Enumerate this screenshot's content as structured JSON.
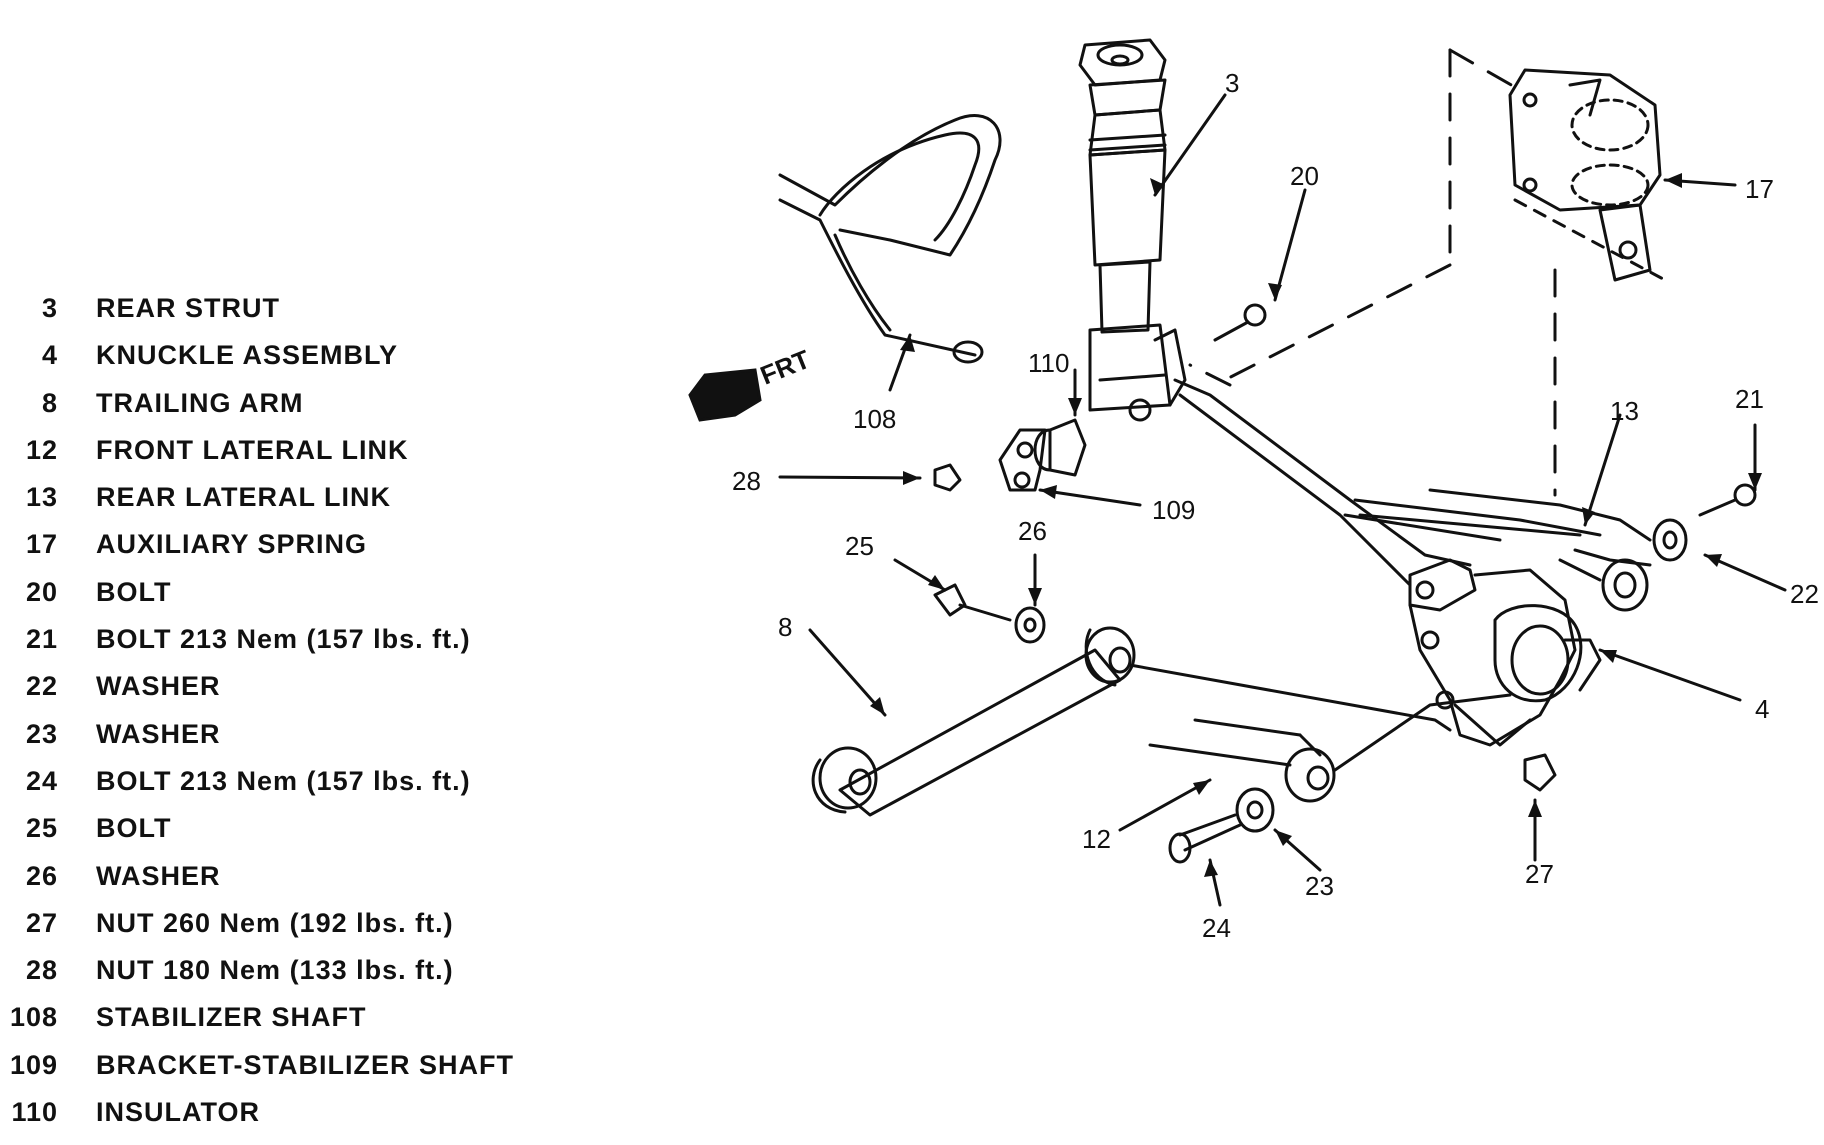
{
  "legend": [
    {
      "num": "3",
      "label": "REAR STRUT"
    },
    {
      "num": "4",
      "label": "KNUCKLE ASSEMBLY"
    },
    {
      "num": "8",
      "label": "TRAILING ARM"
    },
    {
      "num": "12",
      "label": "FRONT LATERAL LINK"
    },
    {
      "num": "13",
      "label": "REAR LATERAL LINK"
    },
    {
      "num": "17",
      "label": "AUXILIARY SPRING"
    },
    {
      "num": "20",
      "label": "BOLT"
    },
    {
      "num": "21",
      "label": "BOLT    213 Nem (157 lbs. ft.)"
    },
    {
      "num": "22",
      "label": "WASHER"
    },
    {
      "num": "23",
      "label": "WASHER"
    },
    {
      "num": "24",
      "label": "BOLT    213 Nem (157 lbs. ft.)"
    },
    {
      "num": "25",
      "label": "BOLT"
    },
    {
      "num": "26",
      "label": "WASHER"
    },
    {
      "num": "27",
      "label": "NUT    260 Nem (192 lbs. ft.)"
    },
    {
      "num": "28",
      "label": "NUT    180 Nem (133 lbs. ft.)"
    },
    {
      "num": "108",
      "label": "STABILIZER SHAFT"
    },
    {
      "num": "109",
      "label": "BRACKET-STABILIZER SHAFT"
    },
    {
      "num": "110",
      "label": "INSULATOR"
    }
  ],
  "callouts": {
    "c3": "3",
    "c20": "20",
    "c17": "17",
    "c110": "110",
    "c108": "108",
    "c13": "13",
    "c21": "21",
    "c28": "28",
    "c109": "109",
    "c26": "26",
    "c25": "25",
    "c8": "8",
    "c22": "22",
    "c4": "4",
    "c12": "12",
    "c27": "27",
    "c23": "23",
    "c24": "24"
  },
  "frt_label": "FRT"
}
